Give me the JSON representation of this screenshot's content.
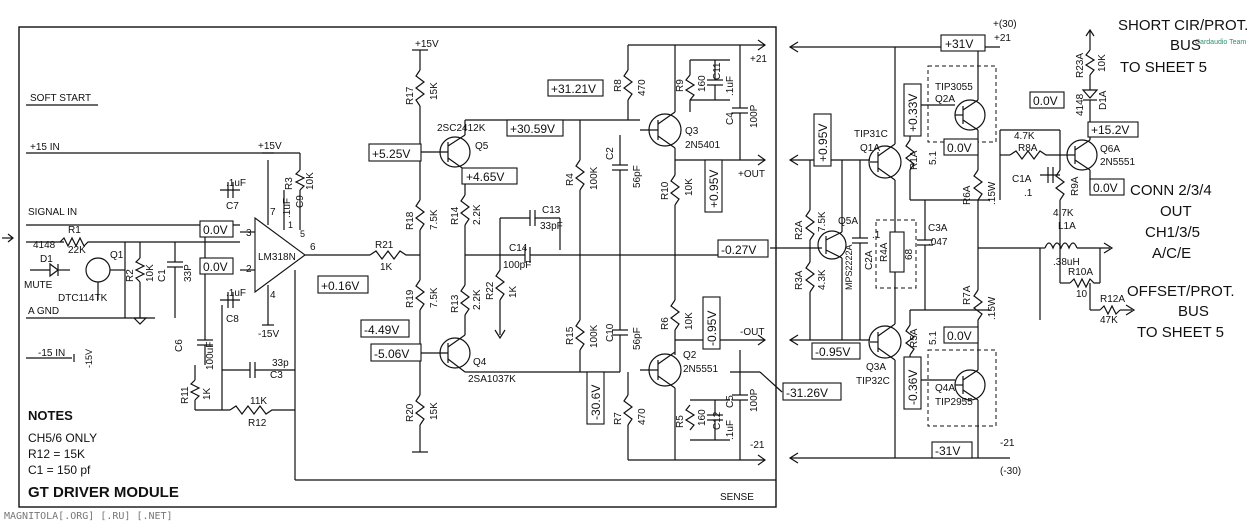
{
  "title": "GT DRIVER MODULE",
  "watermark": "MAGNITOLA[.ORG] [.RU] [.NET]",
  "logo_text": "Cardaudio Team",
  "notes": {
    "heading": "NOTES",
    "line1": "CH5/6 ONLY",
    "line2": "R12 = 15K",
    "line3": "C1 = 150 pf"
  },
  "inputs": {
    "soft_start": "SOFT START",
    "plus15_in": "+15 IN",
    "signal_in": "SIGNAL IN",
    "mute": "MUTE",
    "a_gnd": "A GND",
    "minus15_in": "-15 IN",
    "minus15v": "-15V",
    "sense": "SENSE"
  },
  "rails": {
    "p15v_a": "+15V",
    "p15v_b": "+15V",
    "m15v": "-15V",
    "p21": "+21",
    "m21": "-21",
    "p30": "+(30)",
    "p21_right": "+21",
    "m21_right": "-21",
    "m30": "(-30)",
    "plus_out": "+OUT",
    "minus_out": "-OUT"
  },
  "voltages": {
    "v_31_21": "+31.21V",
    "v_30_59": "+30.59V",
    "v_5_25": "+5.25V",
    "v_4_65": "+4.65V",
    "v_0_0_a": "0.0V",
    "v_0_0_b": "0.0V",
    "v_0_16": "+0.16V",
    "v_m4_49": "-4.49V",
    "v_m5_06": "-5.06V",
    "v_m30_6": "-30.6V",
    "v_m0_95_out": "-0.95V",
    "v_p0_95_out": "+0.95V",
    "v_m31_26": "-31.26V",
    "v_p31": "+31V",
    "v_p0_33": "+0.33V",
    "v_p0_95_q1a": "+0.95V",
    "v_0_0_q2a": "0.0V",
    "v_m0_27": "-0.27V",
    "v_m0_95_q3a": "-0.95V",
    "v_0_0_q4a": "0.0V",
    "v_m0_36": "-0.36V",
    "v_m31": "-31V",
    "v_0_0_d1a": "0.0V",
    "v_p15_2": "+15.2V",
    "v_0_0_q6a": "0.0V"
  },
  "components": {
    "r1": "R1",
    "r1v": "22K",
    "d4148": "4148",
    "d1": "D1",
    "q1": "Q1",
    "q1p": "DTC114TK",
    "r2": "R2",
    "r2v": "10K",
    "c1": "C1",
    "c1v": "33P",
    "c7": "C7",
    "c7v": ".1uF",
    "c8": "C8",
    "c8v": ".1uF",
    "c6": "C6",
    "c6v": "100uF",
    "r3": "R3",
    "r3v": "10K",
    "c9": "C9",
    "c9v": ".1uF",
    "ic": "LM318N",
    "r11": "R11",
    "r11v": "1K",
    "r12": "R12",
    "r12v": "11K",
    "c3": "C3",
    "c3v": "33p",
    "r17": "R17",
    "r17v": "15K",
    "r18": "R18",
    "r18v": "7.5K",
    "r19": "R19",
    "r19v": "7.5K",
    "r20": "R20",
    "r20v": "15K",
    "r21": "R21",
    "r21v": "1K",
    "q5": "Q5",
    "q5p": "2SC2412K",
    "q4": "Q4",
    "q4p": "2SA1037K",
    "r14": "R14",
    "r14v": "2.2K",
    "r13": "R13",
    "r13v": "2.2K",
    "r22": "R22",
    "r22v": "1K",
    "c13": "C13",
    "c13v": "33pF",
    "c14": "C14",
    "c14v": "100pF",
    "r4": "R4",
    "r4v": "100K",
    "r15": "R15",
    "r15v": "100K",
    "c2": "C2",
    "c2v": "56pF",
    "c10": "C10",
    "c10v": "56pF",
    "r8": "R8",
    "r8v": "470",
    "r9": "R9",
    "r9v": "160",
    "c11": "C11",
    "c11v": ".1uF",
    "c4": "C4",
    "c4v": "100P",
    "q3": "Q3",
    "q3p": "2N5401",
    "r10": "R10",
    "r10v": "10K",
    "r6": "R6",
    "r6v": "10K",
    "q2": "Q2",
    "q2p": "2N5551",
    "r7": "R7",
    "r7v": "470",
    "r5": "R5",
    "r5v": "160",
    "c12": "C12",
    "c12v": ".1uF",
    "c5": "C5",
    "c5v": "100P",
    "q1a": "Q1A",
    "q1ap": "TIP31C",
    "q3a": "Q3A",
    "q3ap": "TIP32C",
    "q2a": "Q2A",
    "q2ap": "TIP3055",
    "q4a": "Q4A",
    "q4ap": "TIP2955",
    "q5a": "Q5A",
    "q5ap": "MPS2222A",
    "r2a": "R2A",
    "r2av": "7.5K",
    "r3a": "R3A",
    "r3av": "4.3K",
    "c2a": "C2A",
    "c2av": ".1",
    "r4a": "R4A",
    "r4av": "68",
    "c3a": "C3A",
    "c3av": ".047",
    "r1a": "R1A",
    "r1av": "5.1",
    "r5a": "R5A",
    "r5av": "5.1",
    "r6a": "R6A",
    "r6av": ".15W",
    "r7a": "R7A",
    "r7av": ".15W",
    "r8a": "R8A",
    "r8av": "4.7K",
    "c1a": "C1A",
    "c1av": ".1",
    "r9a": "R9A",
    "r9av": "4.7K",
    "q6a": "Q6A",
    "q6ap": "2N5551",
    "r23a": "R23A",
    "r23av": "10K",
    "d1a": "D1A",
    "d4148b": "4148",
    "l1a": "L1A",
    "l1av": ".38uH",
    "r10a": "R10A",
    "r10av": "10",
    "r12a": "R12A",
    "r12av": "47K"
  },
  "right_labels": {
    "short_line1": "SHORT CIR/PROT.",
    "short_line2": "BUS",
    "short_line3": "TO SHEET 5",
    "conn_line1": "CONN 2/3/4",
    "conn_line2": "OUT",
    "conn_line3": "CH1/3/5",
    "conn_line4": "A/C/E",
    "offset_line1": "OFFSET/PROT.",
    "offset_line2": "BUS",
    "offset_line3": "TO SHEET 5"
  },
  "colors": {
    "ink": "#111111",
    "paper": "#ffffff",
    "logo": "#2f8f6f"
  }
}
